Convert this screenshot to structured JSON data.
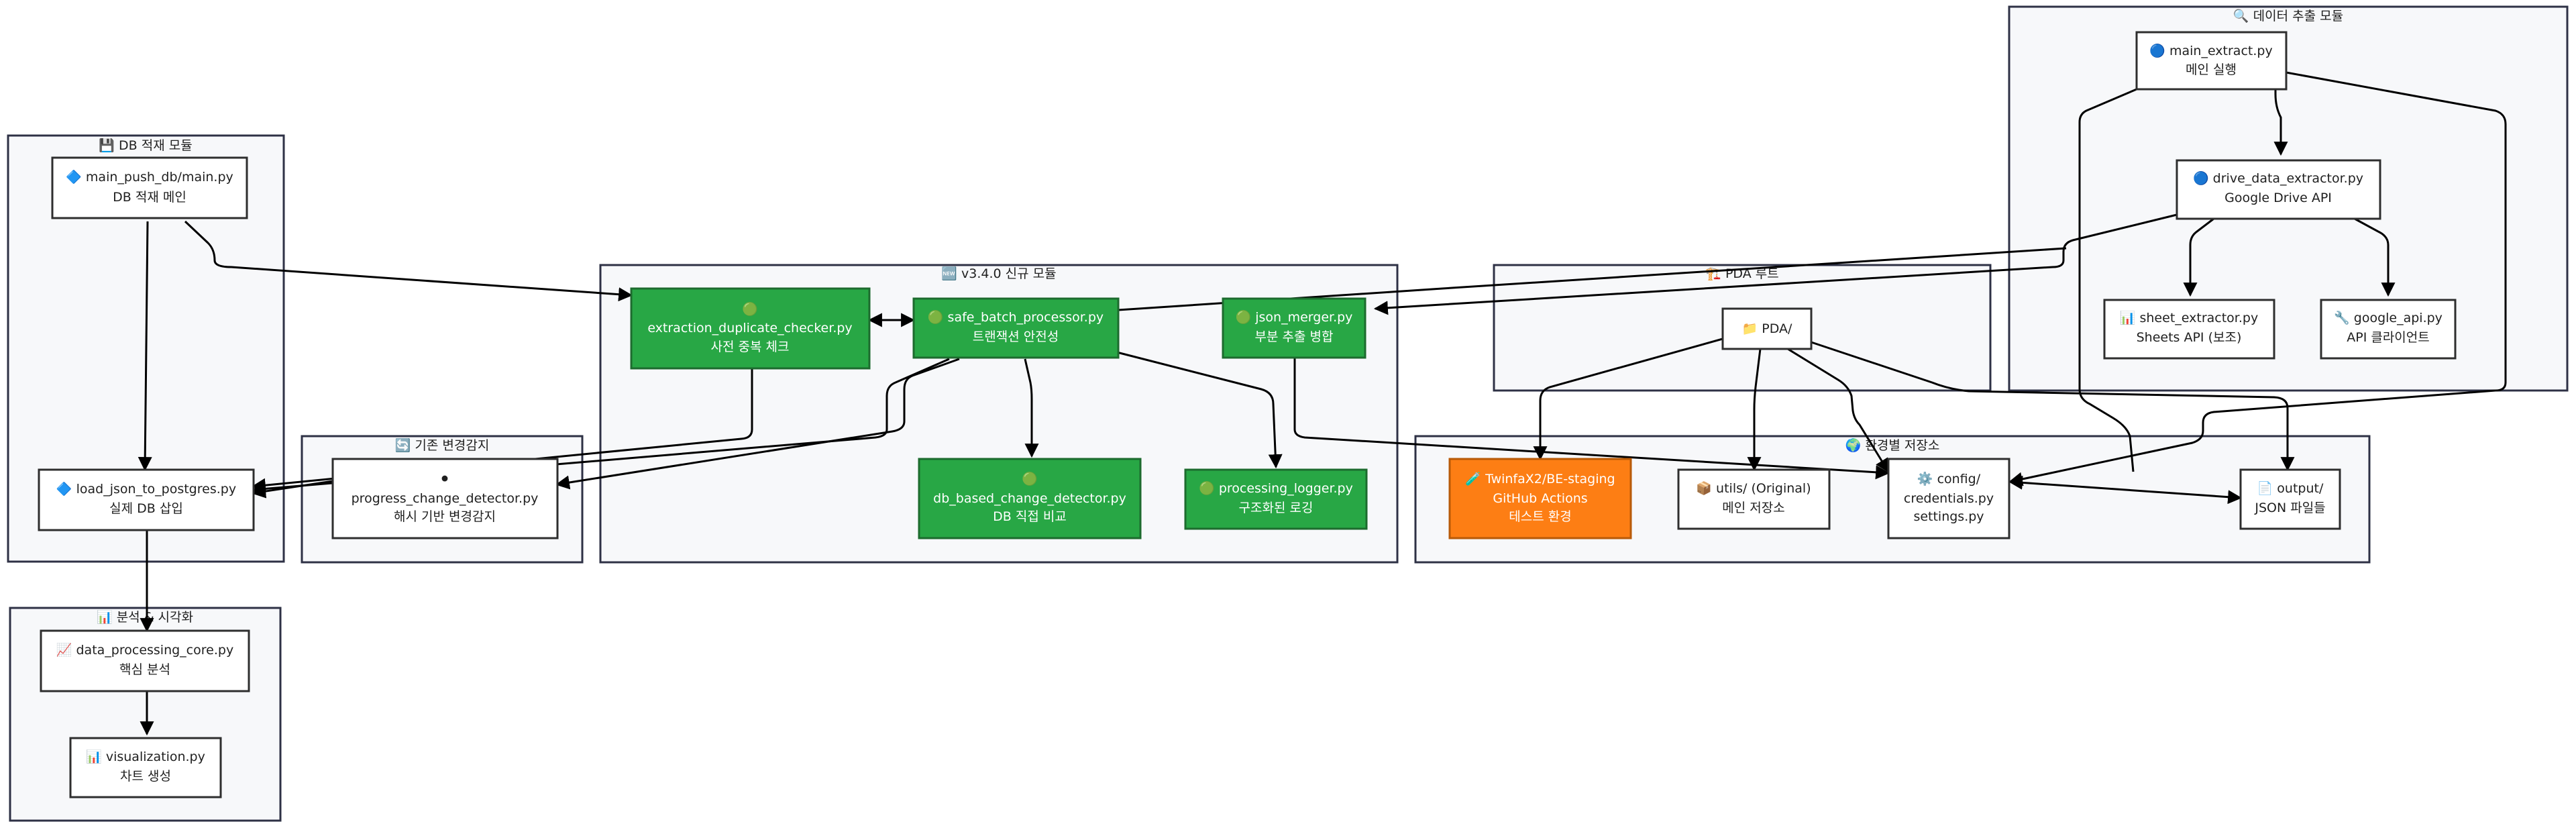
{
  "clusters": {
    "extract": "🔍 데이터 추출 모듈",
    "db": "💾 DB 적재 모듈",
    "v34": "🆕 v3.4.0 신규 모듈",
    "pda_root": "🏗️ PDA 루트",
    "legacy": "🔄 기존 변경감지",
    "env": "🌍 환경별 저장소",
    "analysis": "📊 분석 & 시각화"
  },
  "nodes": {
    "main_extract": [
      "🔵 main_extract.py",
      "메인 실행"
    ],
    "drive_extractor": [
      "🔵 drive_data_extractor.py",
      "Google Drive API"
    ],
    "sheet_extractor": [
      "📊 sheet_extractor.py",
      "Sheets API (보조)"
    ],
    "google_api": [
      "🔧 google_api.py",
      "API 클라이언트"
    ],
    "main_push_db": [
      "🔷 main_push_db/main.py",
      "DB 적재 메인"
    ],
    "load_json": [
      "🔷 load_json_to_postgres.py",
      "실제 DB 삽입"
    ],
    "dup_checker": [
      "🟢",
      "extraction_duplicate_checker.py",
      "사전 중복 체크"
    ],
    "safe_batch": [
      "🟢 safe_batch_processor.py",
      "트랜잭션 안전성"
    ],
    "json_merger": [
      "🟢 json_merger.py",
      "부분 추출 병합"
    ],
    "db_change": [
      "🟢",
      "db_based_change_detector.py",
      "DB 직접 비교"
    ],
    "proc_logger": [
      "🟢 processing_logger.py",
      "구조화된 로깅"
    ],
    "pda": [
      "📁 PDA/"
    ],
    "progress": [
      "⚫",
      "progress_change_detector.py",
      "해시 기반 변경감지"
    ],
    "twinfa": [
      "🧪 TwinfaX2/BE-staging",
      "GitHub Actions",
      "테스트 환경"
    ],
    "utils": [
      "📦 utils/ (Original)",
      "메인 저장소"
    ],
    "config": [
      "⚙️ config/",
      "credentials.py",
      "settings.py"
    ],
    "output": [
      "📄 output/",
      "JSON 파일들"
    ],
    "data_core": [
      "📈 data_processing_core.py",
      "핵심 분석"
    ],
    "visualization": [
      "📊 visualization.py",
      "차트 생성"
    ]
  },
  "colors": {
    "new_module": "#28a745",
    "staging": "#fd7e14",
    "default_node": "#ffffff",
    "cluster_fill": "#f7f8fa",
    "edge": "#000000"
  }
}
